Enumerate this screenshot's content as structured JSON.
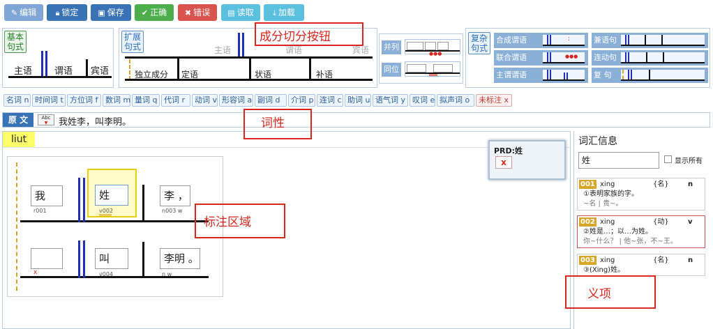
{
  "toolbar": {
    "edit": "编辑",
    "lock": "锁定",
    "save": "保存",
    "correct": "正确",
    "wrong": "错误",
    "read": "读取",
    "load": "加载"
  },
  "basic": {
    "label": "基本句式",
    "subj": "主语",
    "pred": "谓语",
    "obj": "宾语"
  },
  "ext": {
    "label": "扩展句式",
    "subj": "主语",
    "pred": "谓语",
    "obj": "宾语",
    "indep": "独立成分",
    "attr": "定语",
    "adv": "状语",
    "comp": "补语"
  },
  "parallel": {
    "label": "并列"
  },
  "appos": {
    "label": "同位"
  },
  "complex": {
    "label": "复杂句式",
    "items": [
      "合成谓语",
      "联合谓语",
      "主谓谓语",
      "兼语句",
      "连动句",
      "复 句"
    ]
  },
  "pos_chips": [
    "名词 n",
    "时间词 t",
    "方位词 f",
    "数词 m",
    "量词 q",
    "代词 r",
    "动词 v",
    "形容词 a",
    "副词 d",
    "介词 p",
    "连词 c",
    "助词 u",
    "语气词 y",
    "叹词 e",
    "拟声词 o",
    "未标注 x"
  ],
  "source": {
    "label": "原 文",
    "abc": "Abc",
    "text": "我姓李，叫李明。"
  },
  "annot": {
    "tab": "liut",
    "popup_title": "PRD:姓",
    "popup_close": "x",
    "row1": [
      {
        "text": "我",
        "tag": "r001"
      },
      {
        "text": "姓",
        "tag": "v002"
      },
      {
        "text": "李 ，",
        "tag": "n003  w"
      }
    ],
    "row2": [
      {
        "text": "",
        "tag": "x"
      },
      {
        "text": "叫",
        "tag": "v004"
      },
      {
        "text": "李明 。",
        "tag": "n      w"
      }
    ]
  },
  "lex": {
    "title": "词汇信息",
    "search": "姓",
    "show_all": "显示所有",
    "entries": [
      {
        "num": "001",
        "py": "xing",
        "cat": "{名}",
        "pos": "n",
        "def": "①表明家族的字。",
        "ex": "~名 | 贵~。"
      },
      {
        "num": "002",
        "py": "xing",
        "cat": "{动}",
        "pos": "v",
        "def": "②姓是…；以…为姓。",
        "ex": "你~什么？ | 他~张，不~王。"
      },
      {
        "num": "003",
        "py": "xing",
        "cat": "{名}",
        "pos": "n",
        "def": "③(Xing)姓。",
        "ex": ""
      }
    ]
  },
  "callouts": {
    "split": "成分切分按钮",
    "pos": "词性",
    "area": "标注区域",
    "sense": "义项"
  }
}
